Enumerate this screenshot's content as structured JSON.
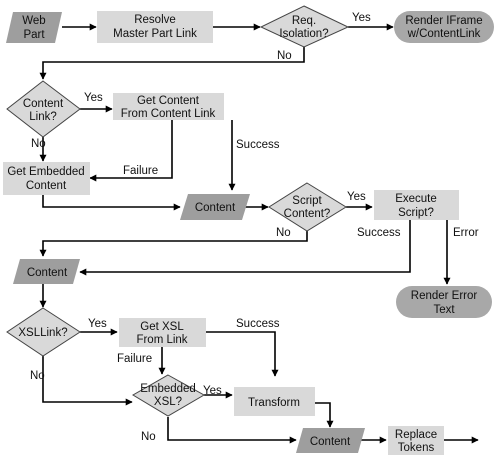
{
  "nodes": {
    "web_part": [
      "Web",
      "Part"
    ],
    "resolve": [
      "Resolve",
      "Master Part Link"
    ],
    "req_isolation": [
      "Req.",
      "Isolation?"
    ],
    "render_iframe": [
      "Render IFrame",
      "w/ContentLink"
    ],
    "content_link": [
      "Content",
      "Link?"
    ],
    "get_content": [
      "Get Content",
      "From Content Link"
    ],
    "get_embedded": [
      "Get Embedded",
      "Content"
    ],
    "content_1": [
      "Content"
    ],
    "script_content": [
      "Script",
      "Content?"
    ],
    "execute_script": [
      "Execute",
      "Script?"
    ],
    "content_2": [
      "Content"
    ],
    "render_error": [
      "Render Error",
      "Text"
    ],
    "xsllink": [
      "XSLLink?"
    ],
    "get_xsl": [
      "Get XSL",
      "From Link"
    ],
    "embedded_xsl": [
      "Embedded",
      "XSL?"
    ],
    "transform": [
      "Transform"
    ],
    "content_3": [
      "Content"
    ],
    "replace_tokens": [
      "Replace",
      "Tokens"
    ]
  },
  "edge_labels": {
    "req_yes": "Yes",
    "req_no": "No",
    "cl_yes": "Yes",
    "cl_no": "No",
    "gc_failure": "Failure",
    "gc_success": "Success",
    "sc_yes": "Yes",
    "sc_no": "No",
    "es_success": "Success",
    "es_error": "Error",
    "xl_yes": "Yes",
    "xl_no": "No",
    "gx_success": "Success",
    "gx_failure": "Failure",
    "ex_yes": "Yes",
    "ex_no": "No"
  }
}
